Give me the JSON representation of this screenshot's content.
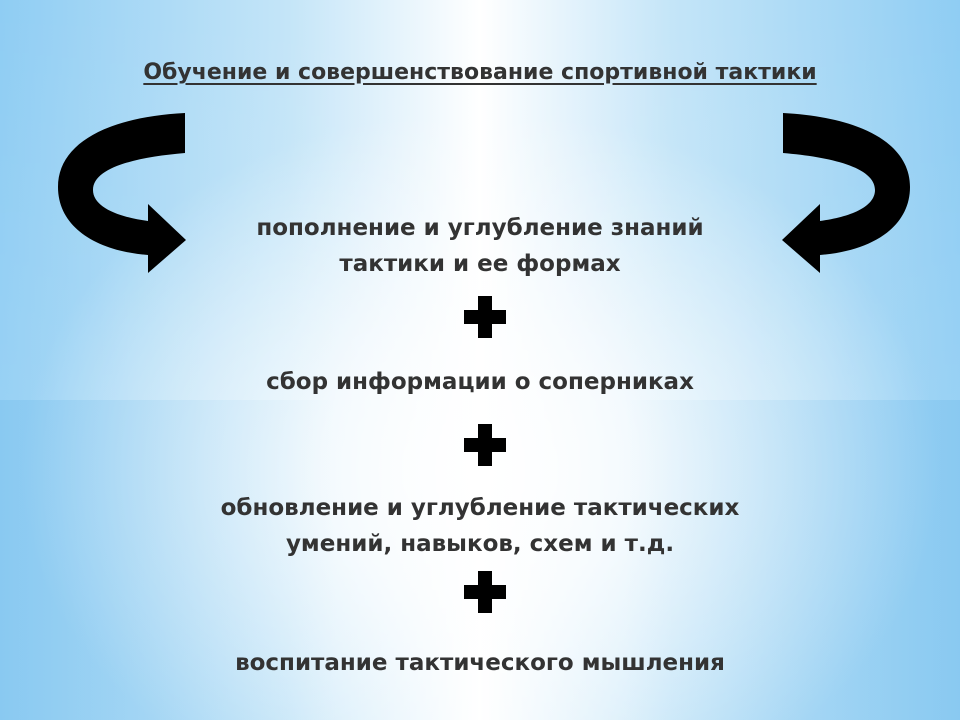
{
  "title": "Обучение и совершенствование спортивной тактики",
  "items": [
    "пополнение и углубление знаний\nтактики и ее формах",
    "сбор информации о соперниках",
    "обновление и углубление тактических\nумений, навыков, схем и т.д.",
    "воспитание тактического мышления"
  ],
  "icons": {
    "left_arrow": "curved-arrow-right-icon",
    "right_arrow": "curved-arrow-left-icon",
    "plus": "plus-icon"
  },
  "colors": {
    "text": "#333333",
    "shape": "#000000",
    "background_edge": "#8fcdf3",
    "background_center": "#ffffff"
  }
}
